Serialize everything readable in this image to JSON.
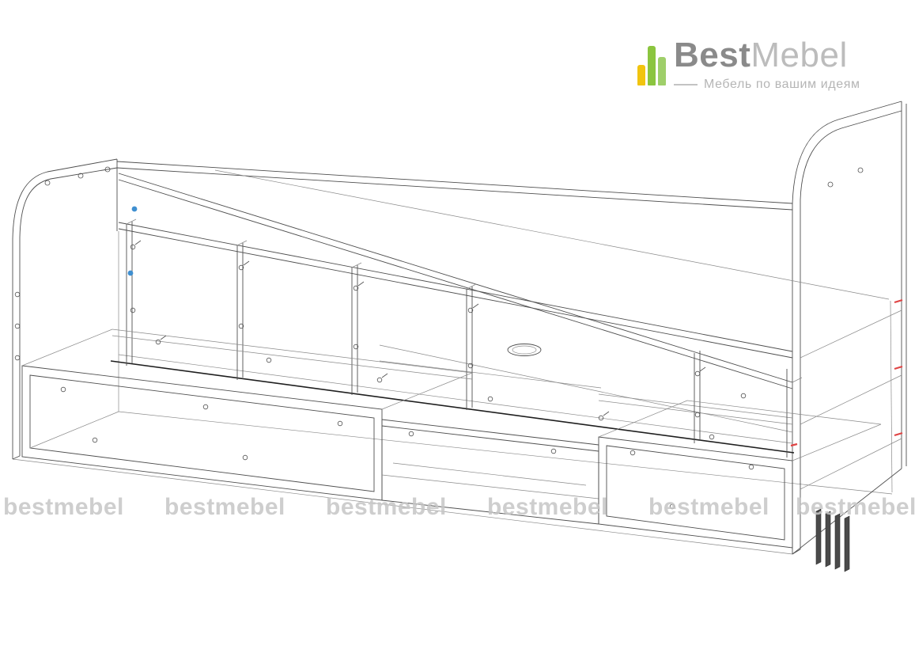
{
  "header": {
    "logo": {
      "best": "Best",
      "mebel": "Mebel",
      "tagline": "Мебель по вашим идеям",
      "icon": "bar-chart-bars-icon",
      "colors": {
        "best_text": "#8a8a8a",
        "mebel_text": "#bcbcbc",
        "tagline_text": "#b5b5b5",
        "bar_yellow": "#f1c40f",
        "bar_green": "#8bc53f",
        "bar_green_light": "#9fcf6a"
      }
    }
  },
  "watermark": {
    "text": "bestmebel",
    "color": "#c6c6c6",
    "items": [
      "bestmebel",
      "bestmebel",
      "bestmebel",
      "bestmebel",
      "bestmebel",
      "bestmebel"
    ]
  },
  "drawing": {
    "type": "furniture-assembly-wireframe",
    "line_color": "#4f4f4f",
    "accent_red": "#e04545",
    "accent_blue": "#3f8fd0"
  }
}
